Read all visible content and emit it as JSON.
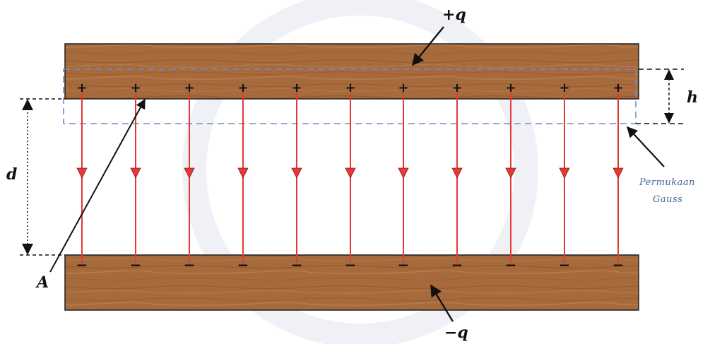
{
  "diagram": {
    "top_plate_charge": "+q",
    "bottom_plate_charge": "−q",
    "separation_label": "d",
    "height_label": "h",
    "area_label": "A",
    "surface_label_line1": "Permukaan",
    "surface_label_line2": "Gauss",
    "plus_sign": "+",
    "minus_sign": "−",
    "field_line_count": 11,
    "colors": {
      "wood": "#a8673a",
      "field_line": "#e53935",
      "gauss_surface": "#6b8fc7",
      "text": "#111111",
      "surface_label": "#3d6696"
    }
  }
}
